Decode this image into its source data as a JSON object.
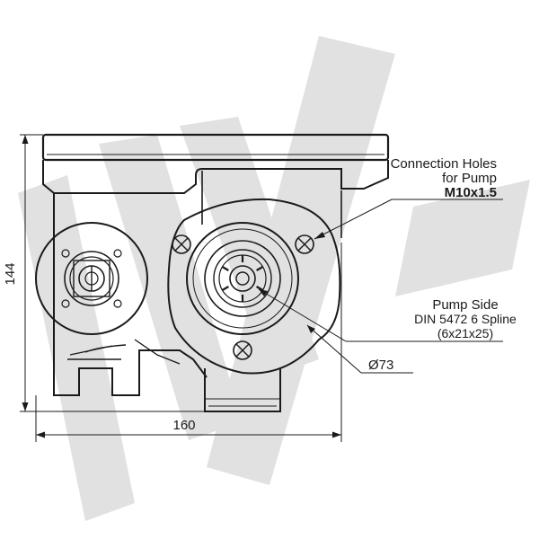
{
  "dimensions": {
    "height": "144",
    "width": "160",
    "diameter": "Ø73"
  },
  "callouts": {
    "connection_holes": {
      "line1": "Connection Holes",
      "line2": "for Pump",
      "line3": "M10x1.5"
    },
    "pump_side": {
      "line1": "Pump Side",
      "line2": "DIN 5472 6 Spline",
      "line3": "(6x21x25)"
    }
  },
  "colors": {
    "line": "#1a1a1a",
    "watermark": "#d9d9d9"
  },
  "watermark_icon": "brand-watermark-logo"
}
